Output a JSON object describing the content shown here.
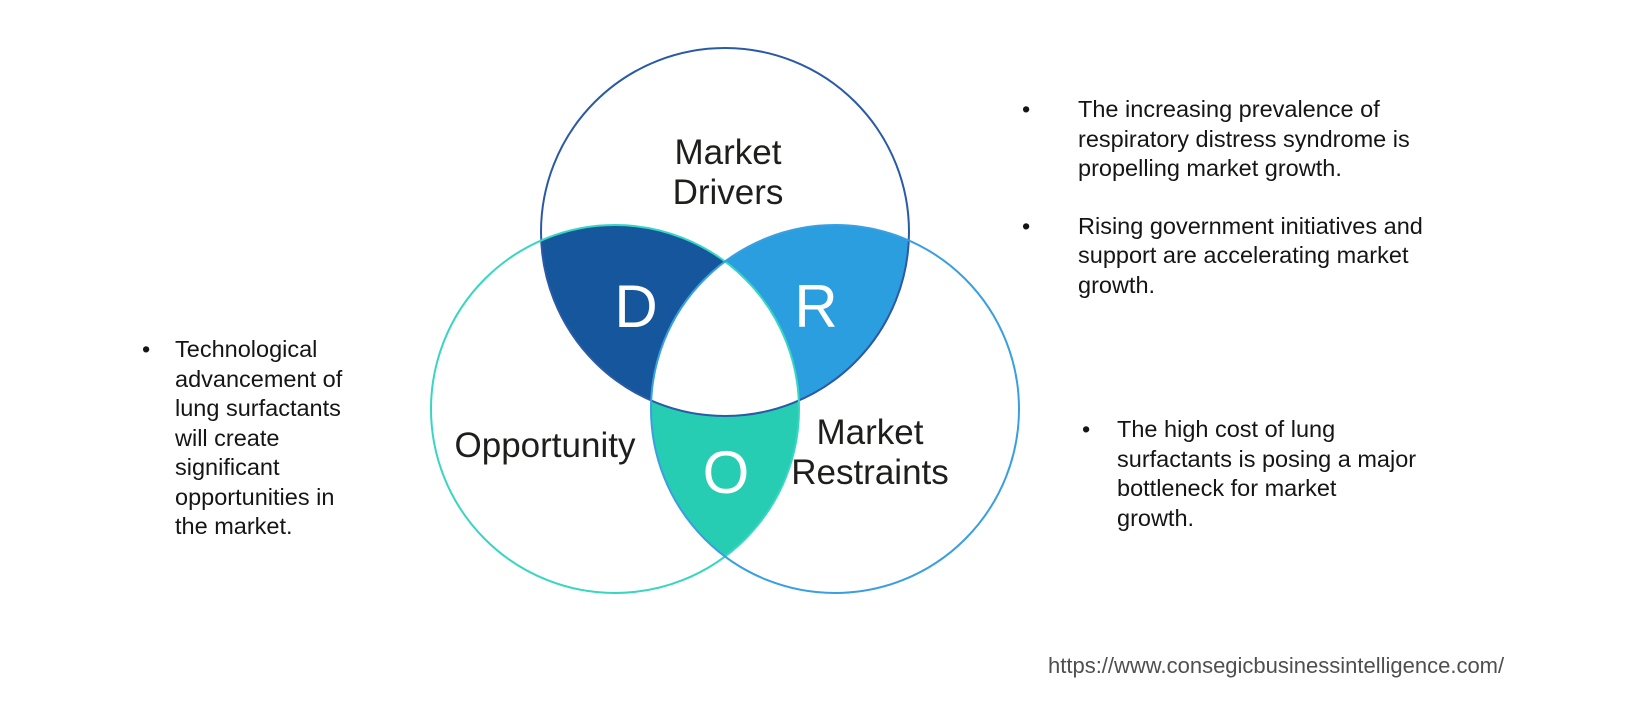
{
  "venn": {
    "colors": {
      "drivers_stroke": "#2a5aa6",
      "opportunity_stroke": "#38d6c2",
      "restraints_stroke": "#3a9fe1",
      "d_fill": "#15569d",
      "r_fill": "#2b9ee0",
      "o_fill": "#26cdb2",
      "center_fill": "#ffffff",
      "letter_color": "#ffffff"
    },
    "labels": {
      "drivers_line1": "Market",
      "drivers_line2": "Drivers",
      "opportunity": "Opportunity",
      "restraints_line1": "Market",
      "restraints_line2": "Restraints"
    },
    "letters": {
      "drivers": "D",
      "restraints": "R",
      "opportunity": "O"
    }
  },
  "notes": {
    "left": {
      "bullet": "•",
      "lines": [
        "Technological",
        "advancement of",
        "lung surfactants",
        "will create",
        "significant",
        "opportunities in",
        "the market."
      ]
    },
    "right_top": [
      {
        "bullet": "•",
        "lines": [
          "The increasing prevalence of",
          "respiratory distress syndrome is",
          "propelling market growth."
        ]
      },
      {
        "bullet": "•",
        "lines": [
          "Rising government initiatives and",
          "support are accelerating market",
          "growth."
        ]
      }
    ],
    "right_bottom": {
      "bullet": "•",
      "lines": [
        "The high cost of lung",
        "surfactants is posing a major",
        "bottleneck for market",
        "growth."
      ]
    }
  },
  "footer": {
    "url": "https://www.consegicbusinessintelligence.com/"
  }
}
